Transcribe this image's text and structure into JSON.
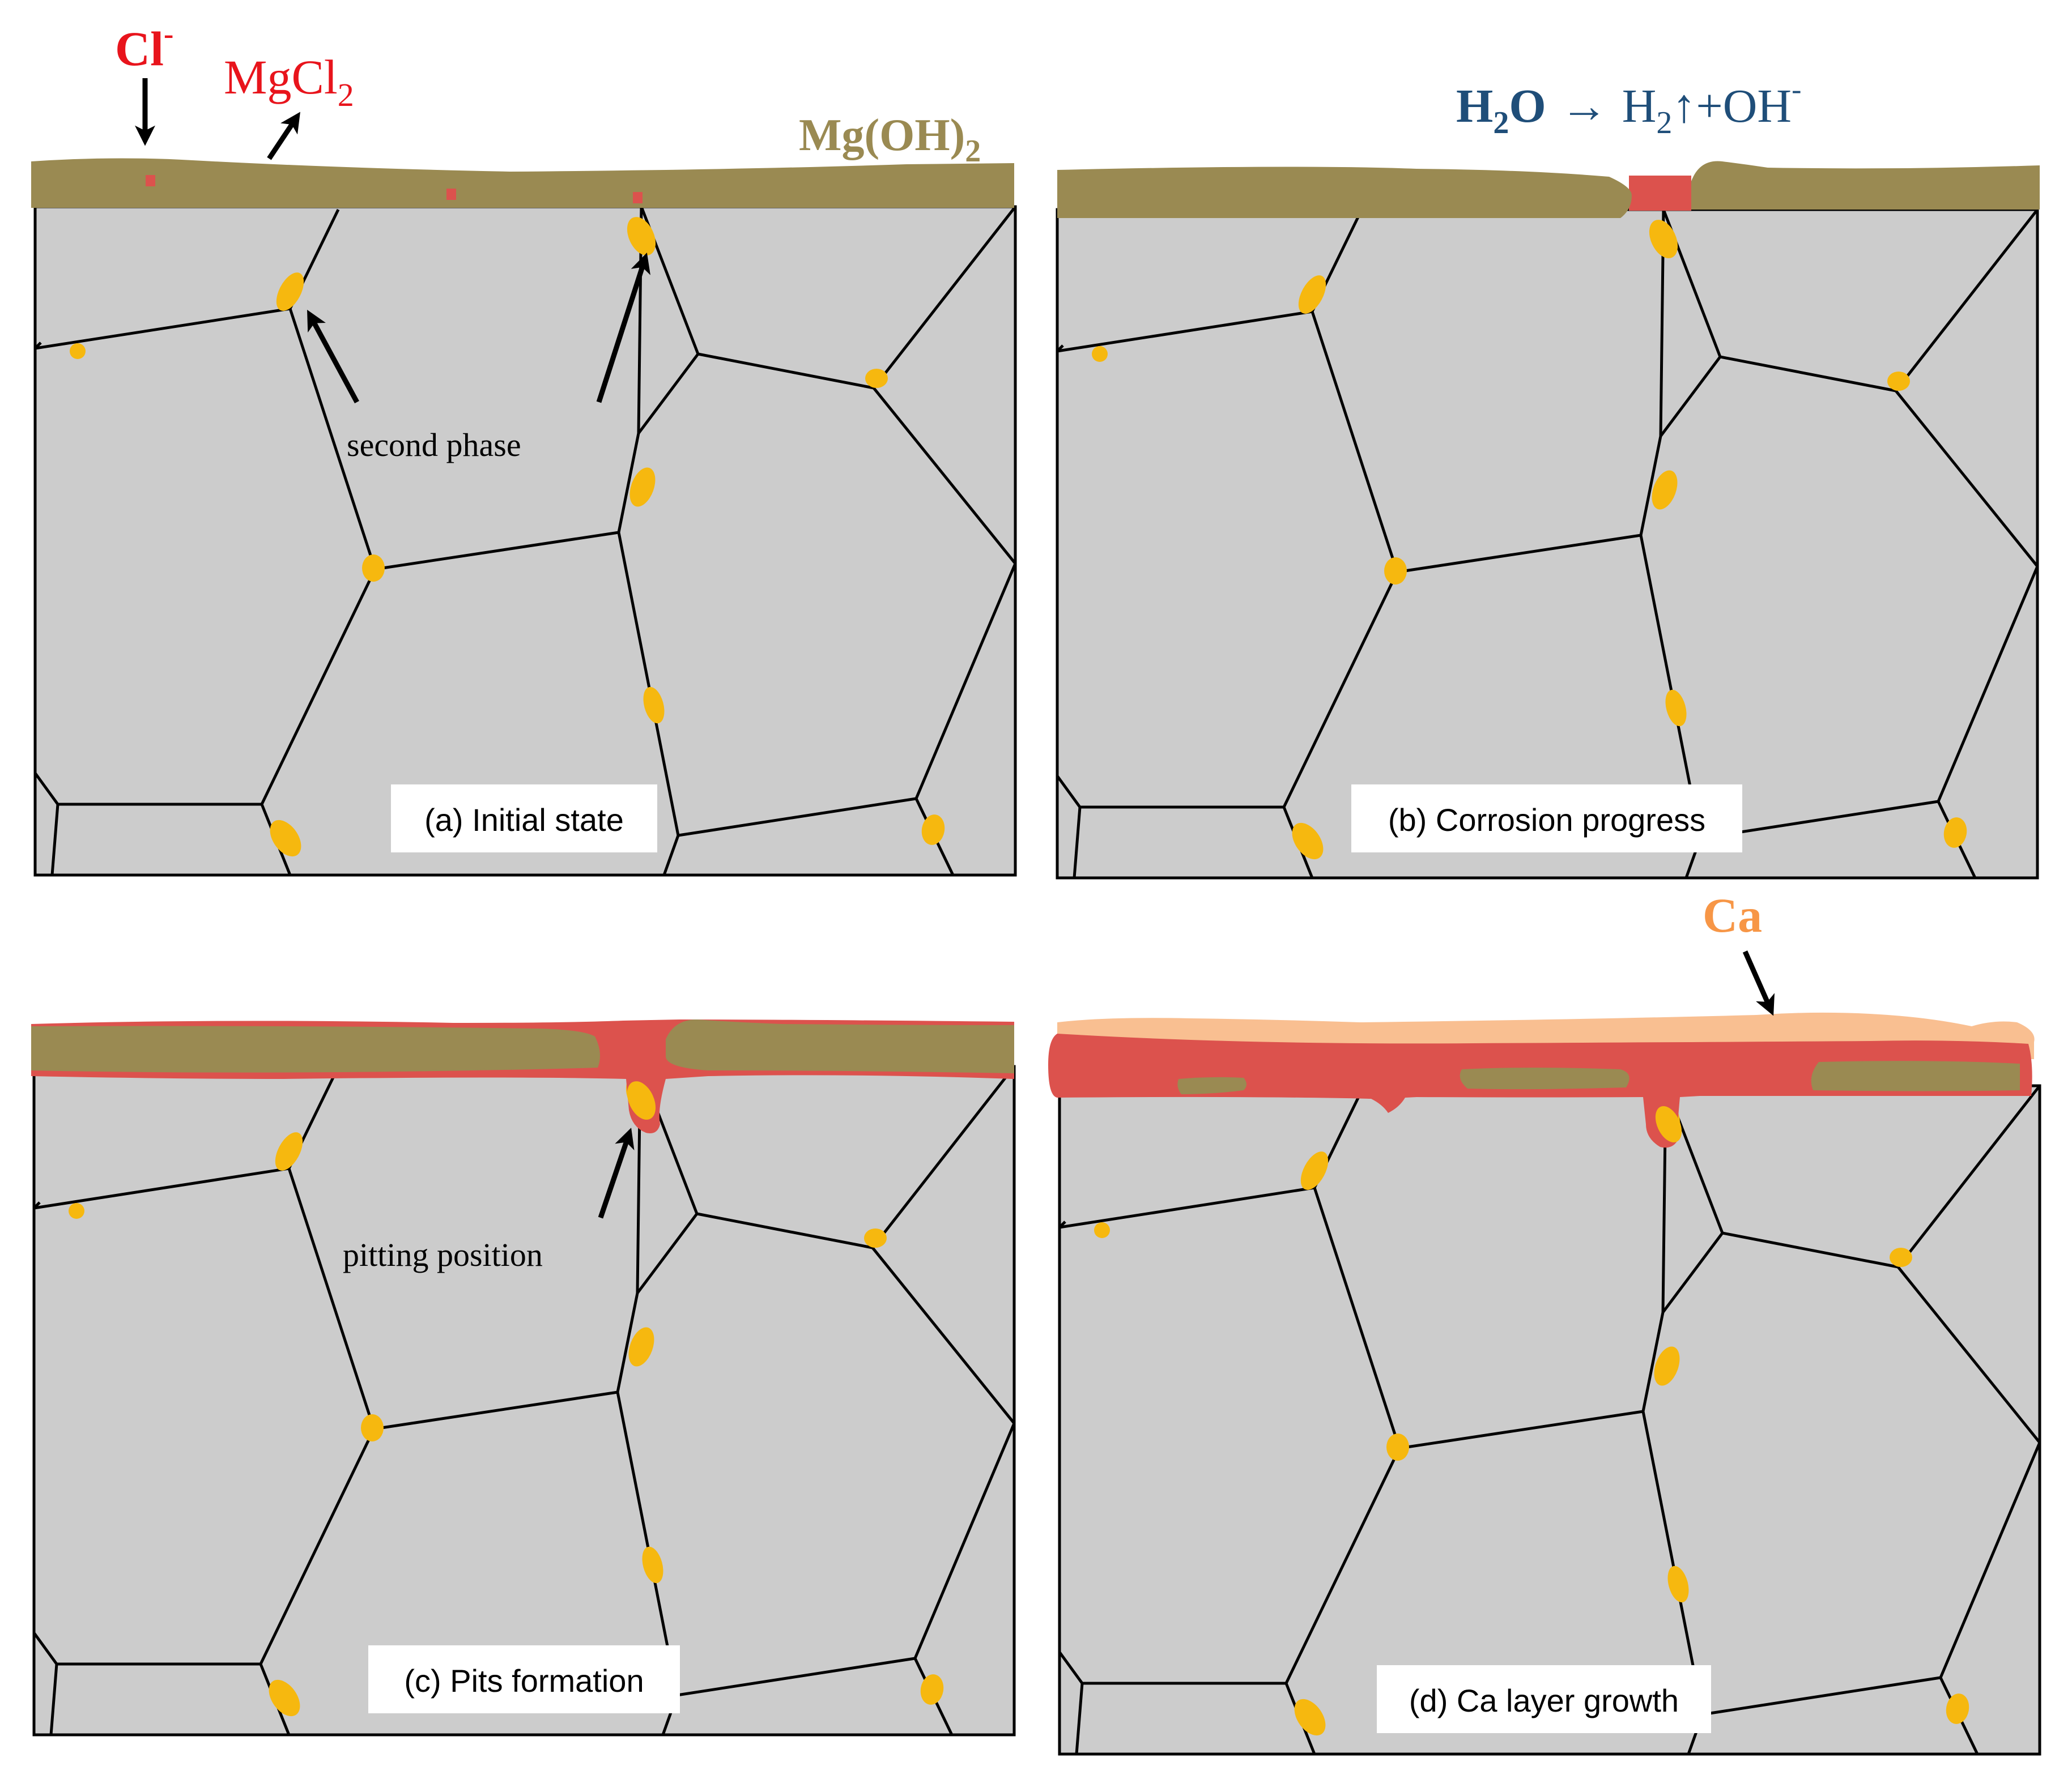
{
  "labels": {
    "chloride_ion": {
      "base": "Cl",
      "sup": "-"
    },
    "magnesium_chloride": {
      "base": "MgCl",
      "sub": "2"
    },
    "magnesium_hydroxide": {
      "base": "Mg(OH)",
      "sub": "2"
    },
    "reaction": {
      "lhs_h": "H",
      "lhs_sub": "2",
      "lhs_o": "O",
      "arrow": "→",
      "rhs_h": "H",
      "rhs_sub": "2",
      "rhs_up": "↑",
      "rhs_rest": "+OH",
      "rhs_sup": "-"
    },
    "calcium": "Ca",
    "second_phase": "second phase",
    "pitting_position": "pitting position"
  },
  "panels": [
    {
      "id": "a",
      "caption": "(a) Initial state"
    },
    {
      "id": "b",
      "caption": "(b) Corrosion progress"
    },
    {
      "id": "c",
      "caption": "(c) Pits formation"
    },
    {
      "id": "d",
      "caption": "(d) Ca layer growth"
    }
  ],
  "colors": {
    "grain": "#cccccc",
    "grain_boundary": "#000000",
    "second_phase_particle": "#f6b80f",
    "mg_oh2_layer": "#9a8a52",
    "chloride_layer": "#dc524d",
    "calcium_layer": "#f9bf91",
    "cl_label": "#e8141c",
    "mg_oh2_label": "#9a8a52",
    "reaction_label": "#1f4e79",
    "ca_label": "#f79646"
  },
  "icons": [
    "down-arrow-icon",
    "diagonal-arrow-icon"
  ]
}
